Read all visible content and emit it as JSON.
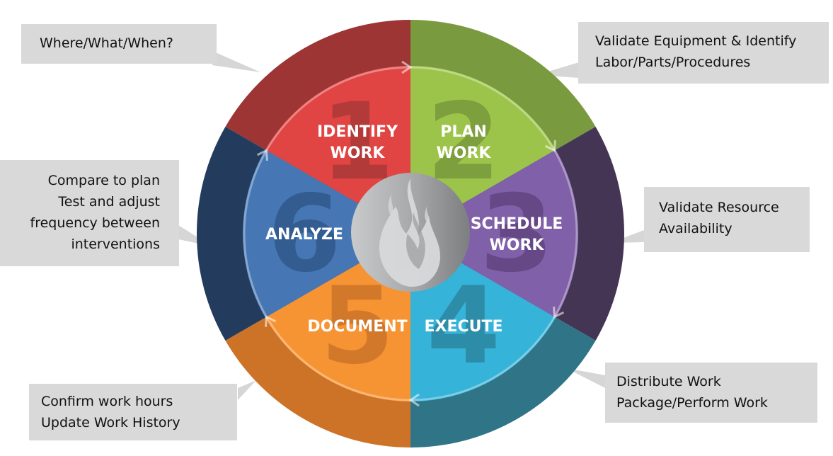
{
  "diagram": {
    "type": "cycle-wheel",
    "center_icon": "flame-icon",
    "segments": [
      {
        "number": "1",
        "label_lines": [
          "IDENTIFY",
          "WORK"
        ],
        "color": "#e04443",
        "ring_color": "#9c3534",
        "num_color": "#b23a39"
      },
      {
        "number": "2",
        "label_lines": [
          "PLAN",
          "WORK"
        ],
        "color": "#9dc44a",
        "ring_color": "#7a9a3f",
        "num_color": "#7e9f3d"
      },
      {
        "number": "3",
        "label_lines": [
          "SCHEDULE",
          "WORK"
        ],
        "color": "#8060a8",
        "ring_color": "#443555",
        "num_color": "#654885"
      },
      {
        "number": "4",
        "label_lines": [
          "EXECUTE"
        ],
        "color": "#36b3d8",
        "ring_color": "#2f7587",
        "num_color": "#2d8ca8"
      },
      {
        "number": "5",
        "label_lines": [
          "DOCUMENT"
        ],
        "color": "#f69333",
        "ring_color": "#cc7328",
        "num_color": "#d2782a"
      },
      {
        "number": "6",
        "label_lines": [
          "ANALYZE"
        ],
        "color": "#4677b4",
        "ring_color": "#233b5c",
        "num_color": "#335c90"
      }
    ],
    "callouts": [
      {
        "id": "identify",
        "lines": [
          "Where/What/When?"
        ]
      },
      {
        "id": "plan",
        "lines": [
          "Validate Equipment & Identify",
          "Labor/Parts/Procedures"
        ]
      },
      {
        "id": "schedule",
        "lines": [
          "Validate Resource",
          "Availability"
        ]
      },
      {
        "id": "execute",
        "lines": [
          "Distribute Work",
          "Package/Perform Work"
        ]
      },
      {
        "id": "document",
        "lines": [
          "Confirm work hours",
          "Update Work History"
        ]
      },
      {
        "id": "analyze",
        "lines": [
          "Compare to plan",
          "Test and adjust",
          "frequency between",
          "interventions"
        ]
      }
    ]
  }
}
